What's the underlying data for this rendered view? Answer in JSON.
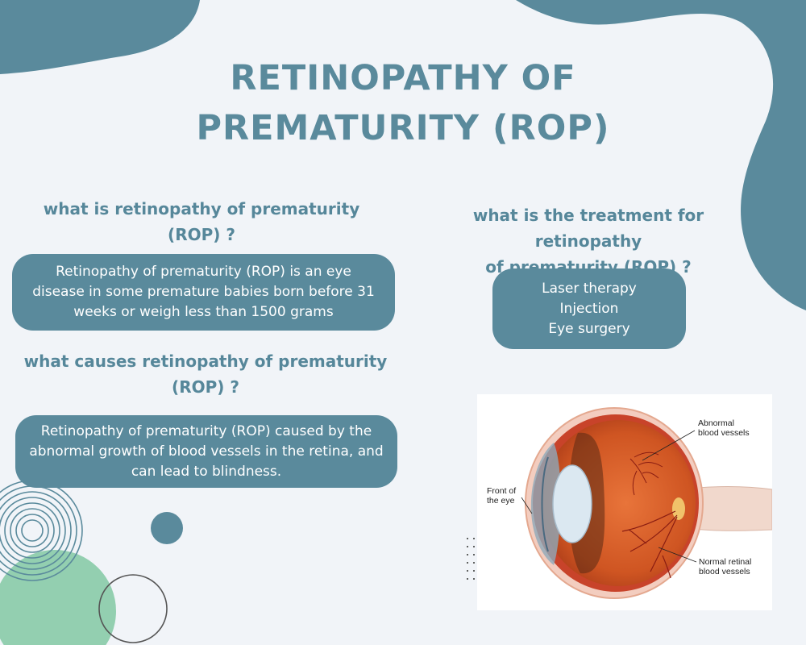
{
  "title": {
    "line1": "RETINOPATHY OF",
    "line2": "PREMATURITY (ROP)"
  },
  "what_is": {
    "question_line1": "what is retinopathy of prematurity",
    "question_line2": "(ROP) ?",
    "answer_line1": "Retinopathy of prematurity (ROP) is an eye",
    "answer_line2": "disease in some premature babies born before 31",
    "answer_line3": "weeks or weigh less than 1500 grams"
  },
  "causes": {
    "question_line1": "what causes retinopathy of prematurity",
    "question_line2": "(ROP) ?",
    "answer_line1": "Retinopathy of prematurity (ROP) caused by the",
    "answer_line2": "abnormal growth of blood vessels in the retina, and",
    "answer_line3": "can lead to blindness."
  },
  "treatment": {
    "question_line1": "what is the treatment for retinopathy",
    "question_line2": "of prematurity (ROP) ?",
    "items": [
      "Laser therapy",
      "Injection",
      "Eye surgery"
    ]
  },
  "eye_diagram": {
    "label_abnormal_line1": "Abnormal",
    "label_abnormal_line2": "blood vessels",
    "label_front_line1": "Front of",
    "label_front_line2": "the eye",
    "label_normal_line1": "Normal retinal",
    "label_normal_line2": "blood vessels"
  },
  "colors": {
    "accent": "#5a8a9c",
    "background": "#f1f4f8",
    "green_circle": "#93cfb0"
  }
}
